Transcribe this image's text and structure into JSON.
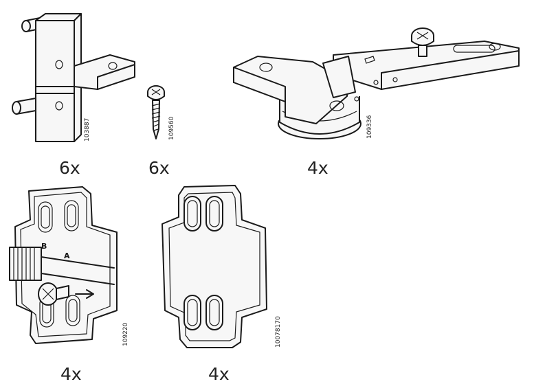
{
  "parts": [
    {
      "id": "bracket",
      "code": "103887",
      "quantity": "6x"
    },
    {
      "id": "screw",
      "code": "109560",
      "quantity": "6x"
    },
    {
      "id": "hinge",
      "code": "109336",
      "quantity": "4x"
    },
    {
      "id": "mounting-plate",
      "code": "109220",
      "quantity": "4x",
      "marks": [
        "B",
        "A"
      ]
    },
    {
      "id": "gasket",
      "code": "10078170",
      "quantity": "4x"
    }
  ]
}
